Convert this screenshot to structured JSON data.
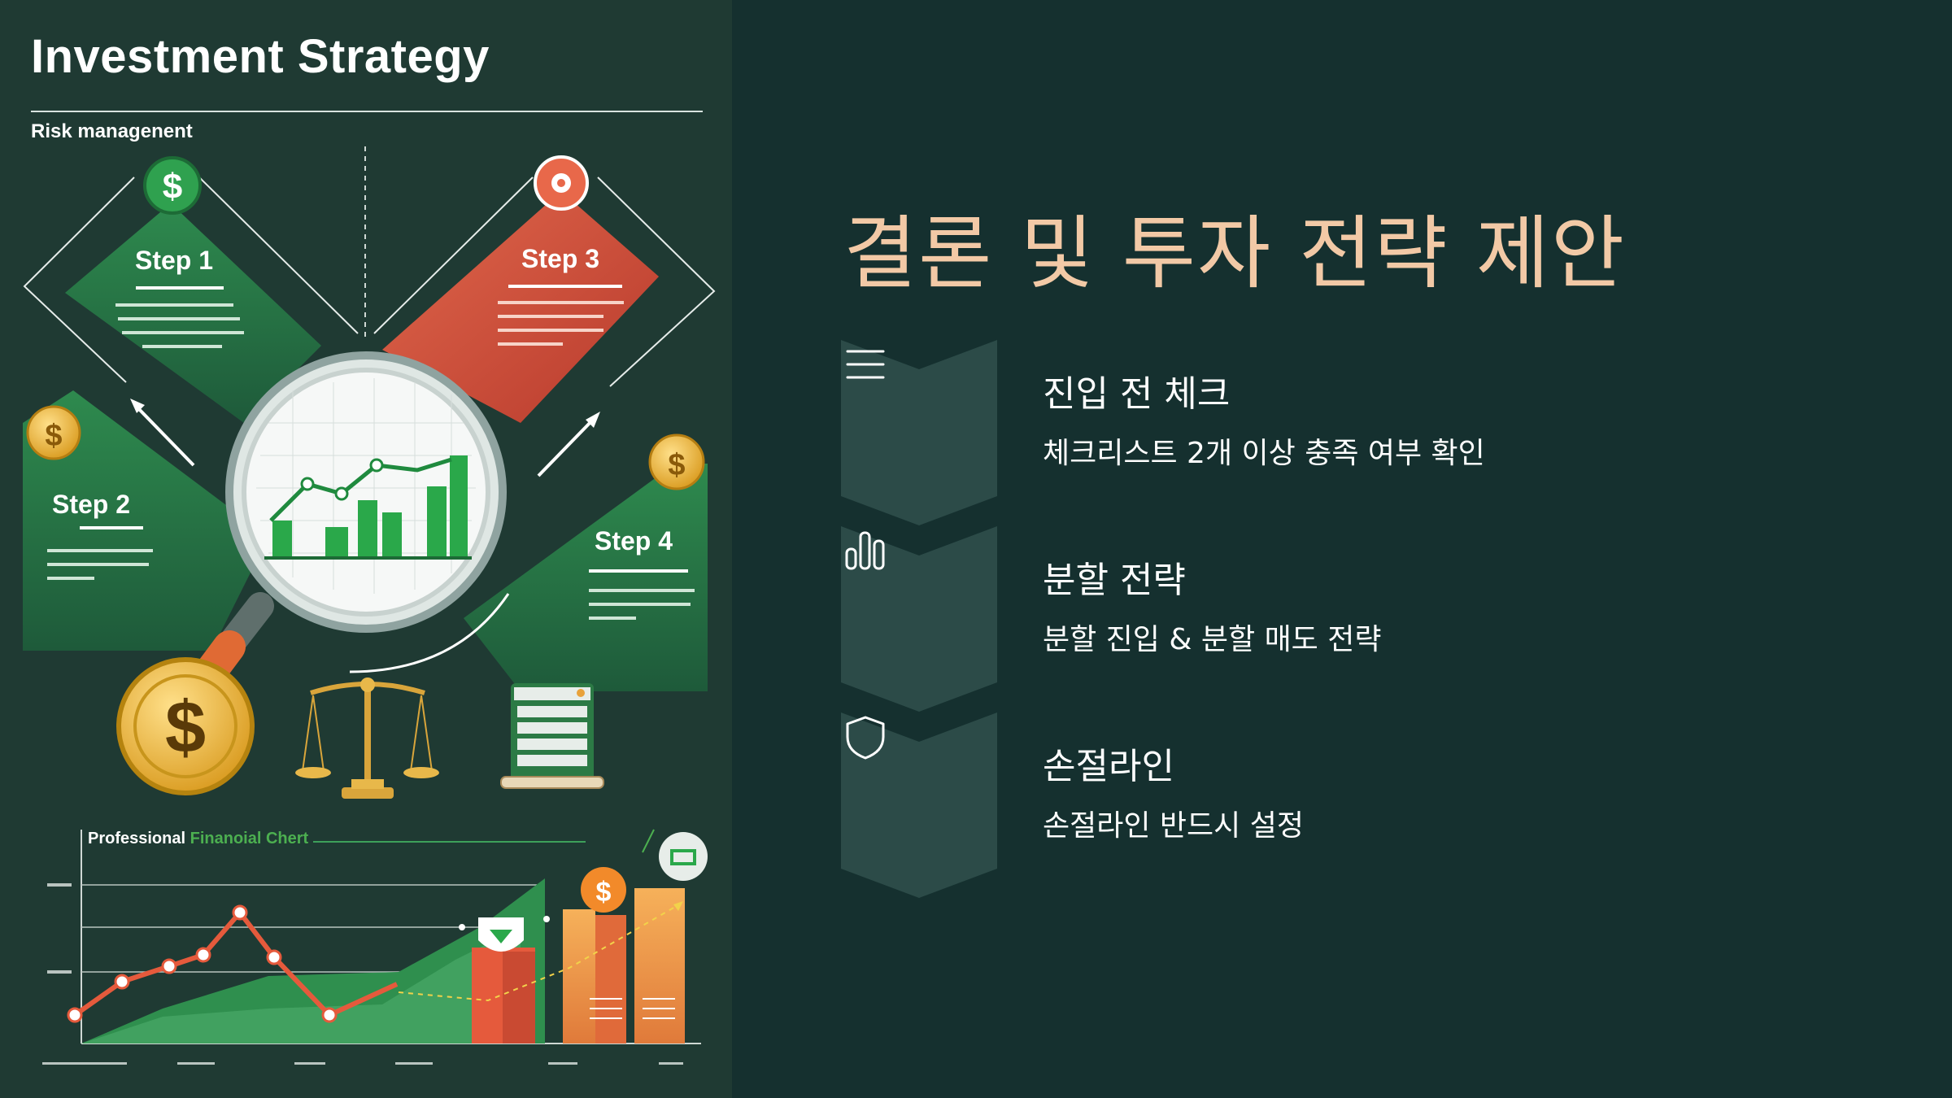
{
  "poster": {
    "title": "Investment Strategy",
    "subtitle": "Risk managenent",
    "steps": [
      {
        "label": "Step 1"
      },
      {
        "label": "Step 2"
      },
      {
        "label": "Step 3"
      },
      {
        "label": "Step 4"
      }
    ],
    "chart": {
      "title_part1": "Professional",
      "title_part2": "Finanoial Chert"
    }
  },
  "slide": {
    "title": "결론 및 투자 전략 제안",
    "items": [
      {
        "heading": "진입 전 체크",
        "description": "체크리스트 2개 이상 충족 여부 확인",
        "icon": "menu-icon"
      },
      {
        "heading": "분할 전략",
        "description": "분할 진입 & 분할 매도 전략",
        "icon": "bar-chart-icon"
      },
      {
        "heading": "손절라인",
        "description": "손절라인 반드시 설정",
        "icon": "shield-icon"
      }
    ]
  },
  "colors": {
    "background": "#15302f",
    "panel": "#1f3a33",
    "title_accent": "#f2c9a6",
    "chevron": "#2c4b48",
    "green": "#2f8f4e",
    "red": "#d9533c",
    "gold": "#e8b23a"
  }
}
